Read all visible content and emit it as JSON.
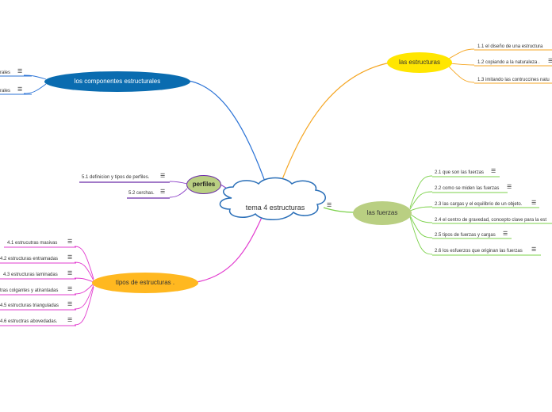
{
  "central": {
    "label": "tema 4 estructuras",
    "menu_icon": "menu-icon"
  },
  "topics": {
    "estructuras": {
      "label": "las estructuras",
      "color": "#ffe600",
      "line_color": "#f5a623",
      "items": [
        "1.1 el diseño de una estructura",
        "1.2 copiando a la naturaleza .",
        "1.3 imitando las contruccines natu"
      ]
    },
    "componentes": {
      "label": "los componentes estructurales",
      "color": "#0a6cb0",
      "line_color": "#2b73d6",
      "items": [
        "rales",
        "rales"
      ]
    },
    "perfiles": {
      "label": "perfiles",
      "color": "#b9cf82",
      "line_color": "#8e44c9",
      "items": [
        "5.1 definicion y tipos de perfiles.",
        "5.2 cerchas."
      ]
    },
    "fuerzas": {
      "label": "las fuerzas",
      "color": "#b9cf82",
      "line_color": "#7bd14a",
      "items": [
        "2.1 que son las fuerzas",
        "2.2 como se miden las fuerzas",
        "2.3 las cargas y el equilibrio de un objeto.",
        "2.4 el centro de gravedad, concepto clave para la est",
        "2.5 tipos de fuerzas y cargas",
        "2.6 los esfuerzos que originan las fuerzas"
      ]
    },
    "tipos": {
      "label": "tipos de estructuras .",
      "color": "#ffb820",
      "line_color": "#e23ccf",
      "items": [
        "4.1 estrucutras masivas",
        "4.2 estructuras entramadas",
        "4.3 estructuras laminadas",
        "tras colgantes y atirantadas",
        "4.5 estructuras trianguladas",
        "4.6 estructras abovedadas."
      ]
    }
  },
  "menu_glyph": "☰"
}
